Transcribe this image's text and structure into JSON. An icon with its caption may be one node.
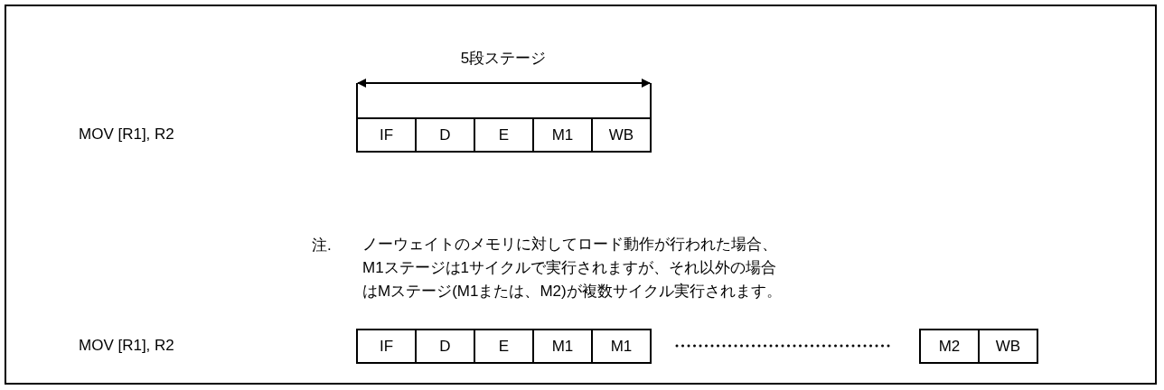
{
  "diagram": {
    "labels": [
      "5段ステージ",
      "MOV [R1], R2",
      "IF",
      "D",
      "E",
      "M1",
      "WB",
      "注.",
      "ノーウェイトのメモリに対してロード動作が行われた場合、M1ステージは1サイクルで実行されますが、それ以外の場合はMステージ(M1または、M2)が複数サイクル実行されます。",
      "MOV [R1], R2",
      "IF",
      "D",
      "E",
      "M1",
      "M1",
      "M2",
      "WB"
    ]
  }
}
